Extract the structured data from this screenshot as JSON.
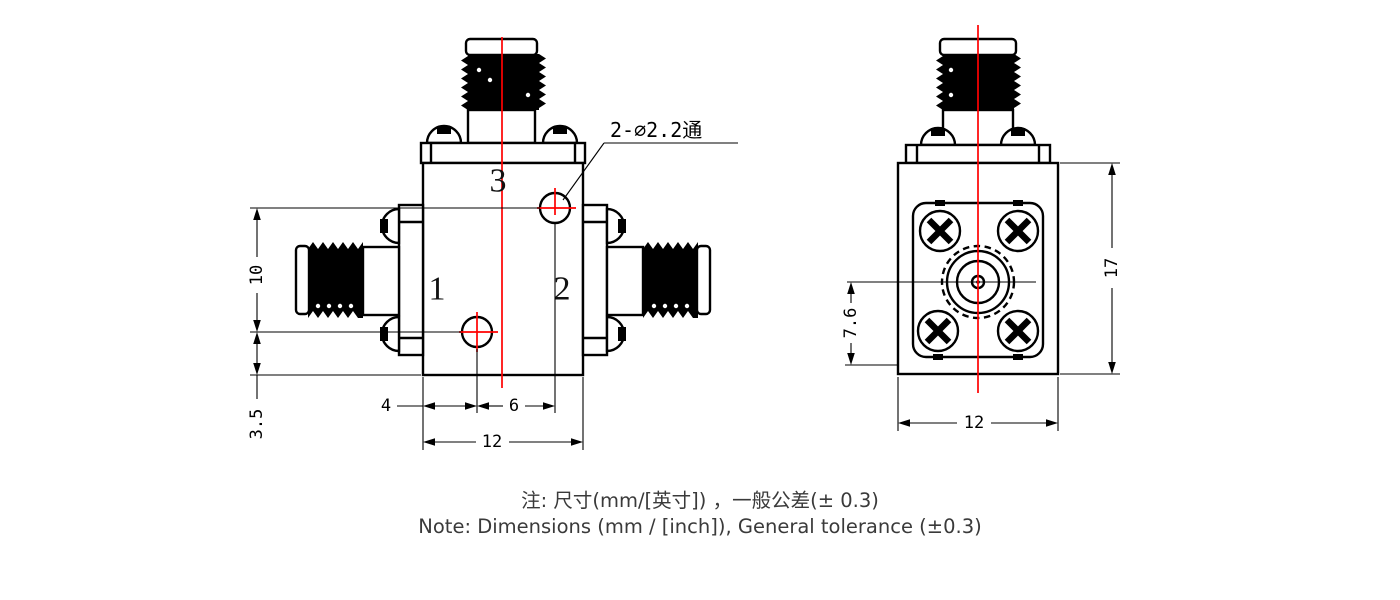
{
  "front_view": {
    "port_top": "3",
    "port_left": "1",
    "port_right": "2",
    "hole_callout": "2-⌀2.2通",
    "dim_vertical_upper": "10",
    "dim_vertical_lower": "3.5",
    "dim_hole_offset_left": "4",
    "dim_hole_spacing": "6",
    "dim_width": "12"
  },
  "side_view": {
    "dim_center_height": "7.6",
    "dim_height": "17",
    "dim_width": "12"
  },
  "notes": {
    "line1_zh": "注: 尺寸(mm/[英寸]) ，一般公差(± 0.3)",
    "line2_en": "Note: Dimensions (mm / [inch]), General tolerance (±0.3)"
  },
  "colors": {
    "outline": "#000000",
    "centerline": "#ff0000",
    "note_text": "#3a3a3a"
  }
}
